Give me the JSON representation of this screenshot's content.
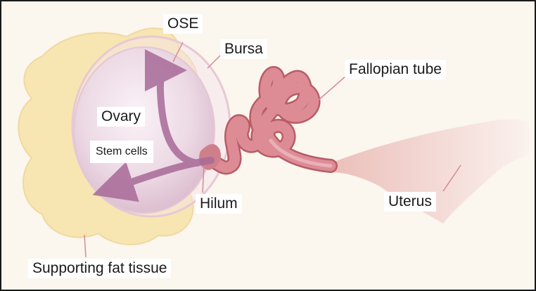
{
  "labels": {
    "ose": "OSE",
    "bursa": "Bursa",
    "fallopian_tube": "Fallopian tube",
    "ovary": "Ovary",
    "stem_cells": "Stem cells",
    "hilum": "Hilum",
    "uterus": "Uterus",
    "supporting_fat_tissue": "Supporting fat tissue"
  },
  "colors": {
    "background": "#fbf6ee",
    "fat_tissue": "#f7e6b2",
    "ovary": "#eddbe6",
    "tube": "#dd8c95",
    "tube_dark": "#b85c67",
    "uterus": "#f3dcd6",
    "arrow": "#a86a98",
    "leader_line": "#d88a92"
  }
}
